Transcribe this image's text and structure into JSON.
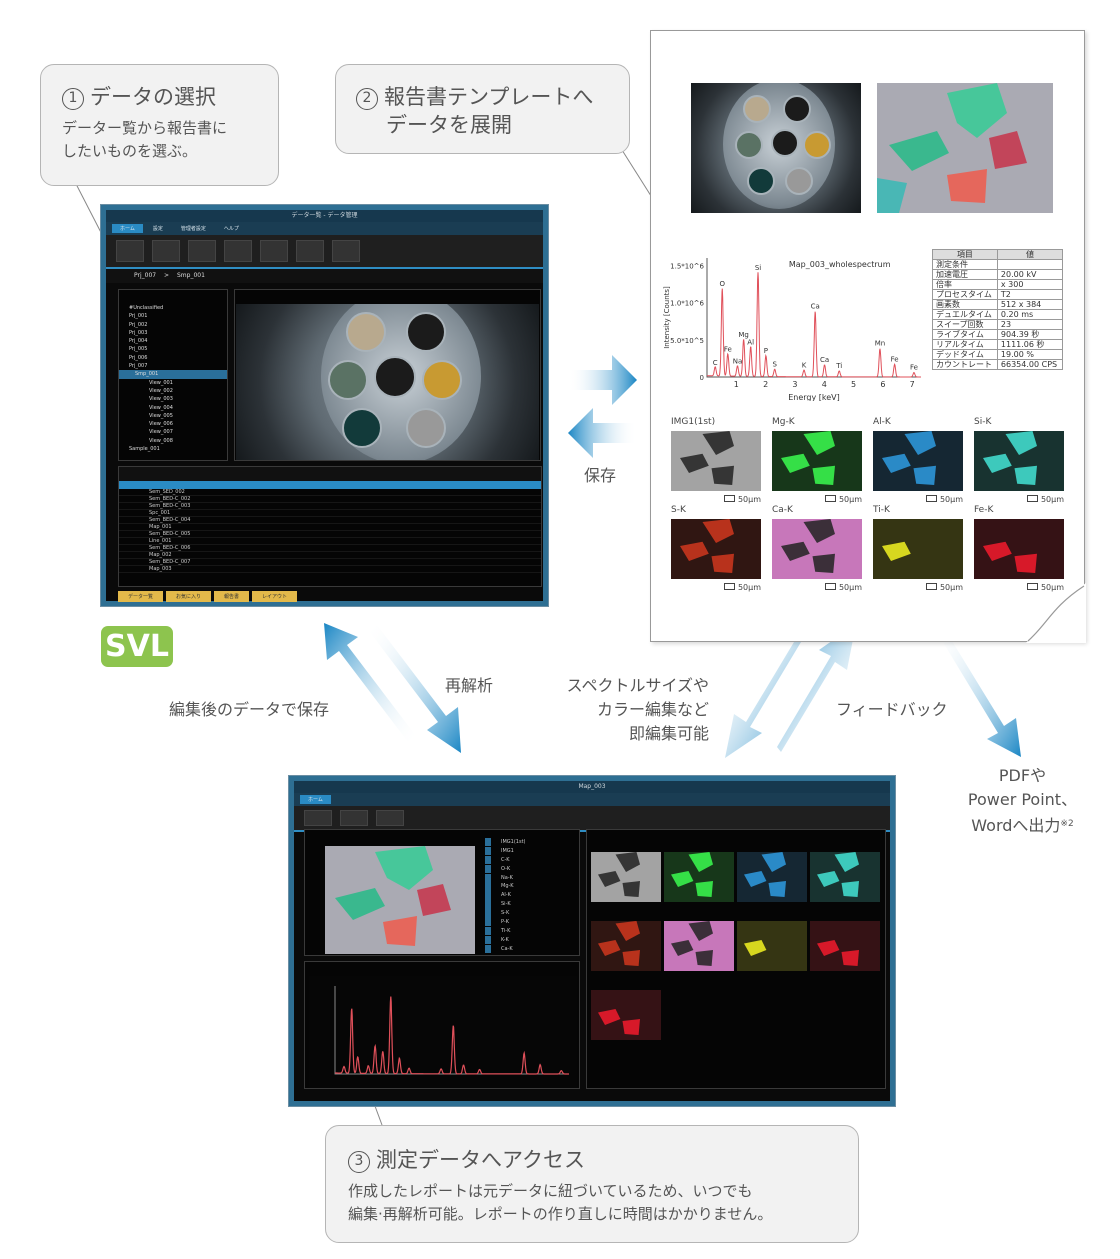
{
  "callouts": {
    "step1": {
      "num": "1",
      "title": "データの選択",
      "body": [
        "データー覧から報告書に",
        "したいものを選ぶ。"
      ]
    },
    "step2": {
      "num": "2",
      "title_lines": [
        "報告書テンプレートへ",
        "データを展開"
      ]
    },
    "step3": {
      "num": "3",
      "title": "測定データへアクセス",
      "body": [
        "作成したレポートは元データに紐づいているため、いつでも",
        "編集·再解析可能。レポートの作り直しに時間はかかりません。"
      ]
    }
  },
  "labels": {
    "save": "保存",
    "save_after_edit": "編集後のデータで保存",
    "reanalysis": "再解析",
    "instant_edit": [
      "スペクトルサイズや",
      "カラー編集など",
      "即編集可能"
    ],
    "feedback": "フィードバック",
    "output": [
      "PDFや",
      "Power Point、",
      "Wordへ出力"
    ],
    "output_note": "※2"
  },
  "logo": "SVL",
  "data_window": {
    "title": "データ一覧 - データ管理",
    "tabs": [
      "ホーム",
      "設定",
      "管理者設定",
      "ヘルプ"
    ],
    "breadcrumb": [
      "Prj_007",
      "Smp_001"
    ],
    "tree": [
      "#Unclassified",
      "Prj_001",
      "Prj_002",
      "Prj_003",
      "Prj_004",
      "Prj_005",
      "Prj_006",
      "Prj_007",
      "Smp_001",
      "View_001",
      "View_002",
      "View_003",
      "View_004",
      "View_005",
      "View_006",
      "View_007",
      "View_008",
      "Sample_001"
    ],
    "rows": [
      "Sem_SED_002",
      "Sem_BED-C_002",
      "Sem_BED-C_003",
      "Spc_001",
      "Sem_BED-C_004",
      "Map_001",
      "Sem_BED-C_005",
      "Line_001",
      "Sem_BED-C_006",
      "Map_002",
      "Sem_BED-C_007",
      "Map_003"
    ],
    "bottom_tabs": [
      "データ一覧",
      "お気に入り",
      "報告書",
      "レイアウト"
    ]
  },
  "map_window": {
    "title": "Map_003",
    "tab": "ホーム",
    "layers": [
      "IMG1(1st)",
      "IMG1",
      "C-K",
      "O-K",
      "Na-K",
      "Mg-K",
      "Al-K",
      "Si-K",
      "S-K",
      "P-K",
      "Ti-K",
      "K-K",
      "Ca-K"
    ]
  },
  "report": {
    "spectrum_title": "Map_003_wholespectrum",
    "table_header": [
      "項目",
      "値"
    ],
    "table_rows": [
      [
        "測定条件",
        ""
      ],
      [
        "加速電圧",
        "20.00 kV"
      ],
      [
        "倍率",
        "x 300"
      ],
      [
        "プロセスタイム",
        "T2"
      ],
      [
        "画素数",
        "512 x 384"
      ],
      [
        "デュエルタイム",
        "0.20 ms"
      ],
      [
        "スイープ回数",
        "23"
      ],
      [
        "ライブタイム",
        "904.39 秒"
      ],
      [
        "リアルタイム",
        "1111.06 秒"
      ],
      [
        "デッドタイム",
        "19.00 %"
      ],
      [
        "カウントレート",
        "66354.00 CPS"
      ]
    ],
    "maps": [
      {
        "name": "IMG1(1st)",
        "scale": "50μm",
        "color": "#bdbdbd"
      },
      {
        "name": "Mg-K",
        "scale": "50μm",
        "color": "#37e84a"
      },
      {
        "name": "Al-K",
        "scale": "50μm",
        "color": "#2b8fd0"
      },
      {
        "name": "Si-K",
        "scale": "50μm",
        "color": "#3fd2c4"
      },
      {
        "name": "S-K",
        "scale": "50μm",
        "color": "#c0341e"
      },
      {
        "name": "Ca-K",
        "scale": "50μm",
        "color": "#e88ad8"
      },
      {
        "name": "Ti-K",
        "scale": "50μm",
        "color": "#e0e020"
      },
      {
        "name": "Fe-K",
        "scale": "50μm",
        "color": "#e01a2a"
      }
    ]
  },
  "chart_data": {
    "type": "line",
    "title": "Map_003_wholespectrum",
    "xlabel": "Energy [keV]",
    "ylabel": "Intensity [Counts]",
    "xlim": [
      0,
      7.3
    ],
    "ylim": [
      0,
      1600000
    ],
    "x_ticks": [
      1,
      2,
      3,
      4,
      5,
      6,
      7
    ],
    "y_ticks": [
      {
        "value": 0,
        "label": "0"
      },
      {
        "value": 500000,
        "label": "5.0*10^5"
      },
      {
        "value": 1000000,
        "label": "1.0*10^6"
      },
      {
        "value": 1500000,
        "label": "1.5*10^6"
      }
    ],
    "peaks": [
      {
        "element": "C",
        "energy": 0.28,
        "counts": 120000
      },
      {
        "element": "O",
        "energy": 0.52,
        "counts": 1180000
      },
      {
        "element": "Fe",
        "energy": 0.71,
        "counts": 300000
      },
      {
        "element": "Na",
        "energy": 1.04,
        "counts": 140000
      },
      {
        "element": "Mg",
        "energy": 1.25,
        "counts": 500000
      },
      {
        "element": "Al",
        "energy": 1.49,
        "counts": 400000
      },
      {
        "element": "Si",
        "energy": 1.74,
        "counts": 1400000
      },
      {
        "element": "P",
        "energy": 2.01,
        "counts": 280000
      },
      {
        "element": "S",
        "energy": 2.31,
        "counts": 100000
      },
      {
        "element": "K",
        "energy": 3.31,
        "counts": 90000
      },
      {
        "element": "Ca",
        "energy": 3.69,
        "counts": 880000
      },
      {
        "element": "Ca",
        "energy": 4.01,
        "counts": 160000
      },
      {
        "element": "Ti",
        "energy": 4.51,
        "counts": 80000
      },
      {
        "element": "Mn",
        "energy": 5.9,
        "counts": 380000
      },
      {
        "element": "Fe",
        "energy": 6.4,
        "counts": 170000
      },
      {
        "element": "Fe",
        "energy": 7.06,
        "counts": 60000
      }
    ],
    "line_color": "#e0505a"
  }
}
